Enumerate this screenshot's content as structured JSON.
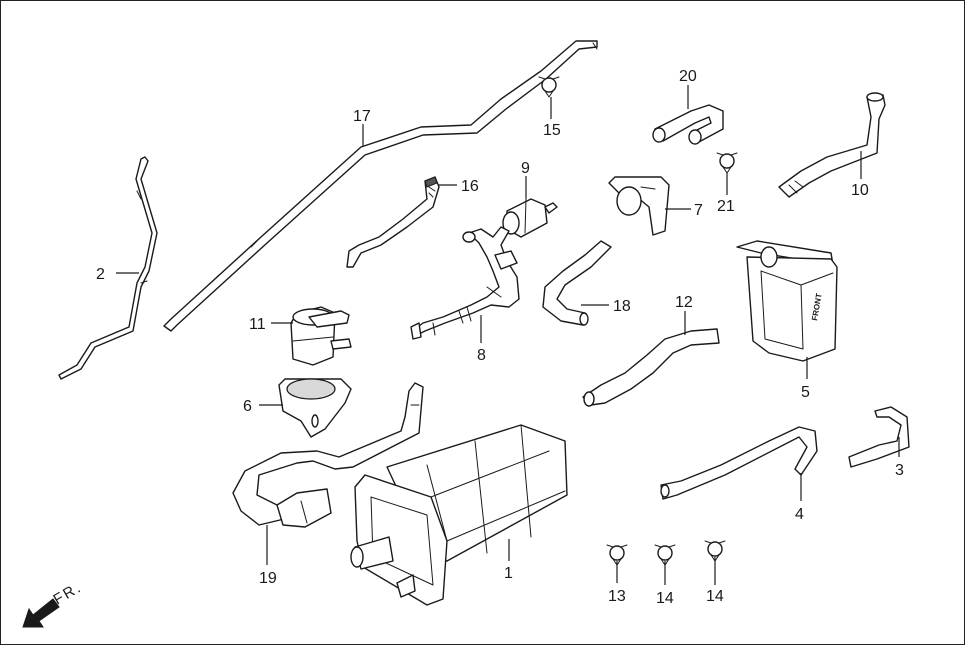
{
  "callouts": {
    "c1": "1",
    "c2": "2",
    "c3": "3",
    "c4": "4",
    "c5": "5",
    "c6": "6",
    "c7": "7",
    "c8": "8",
    "c9": "9",
    "c10": "10",
    "c11": "11",
    "c12": "12",
    "c13": "13",
    "c14a": "14",
    "c14b": "14",
    "c15": "15",
    "c16": "16",
    "c17": "17",
    "c18": "18",
    "c19": "19",
    "c20": "20",
    "c21": "21"
  },
  "front_label": "FRONT",
  "direction_label": "FR."
}
